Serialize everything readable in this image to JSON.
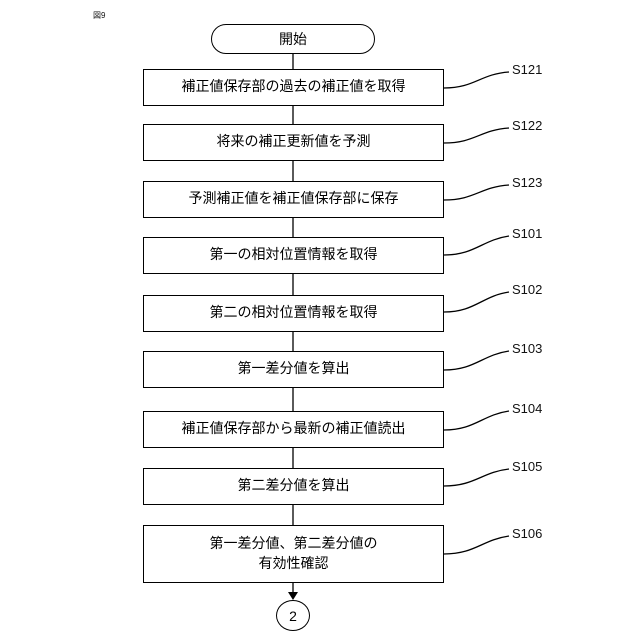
{
  "figure_label": "図9",
  "start_label": "開始",
  "steps": [
    {
      "id": "S121",
      "text": "補正値保存部の過去の補正値を取得"
    },
    {
      "id": "S122",
      "text": "将来の補正更新値を予測"
    },
    {
      "id": "S123",
      "text": "予測補正値を補正値保存部に保存"
    },
    {
      "id": "S101",
      "text": "第一の相対位置情報を取得"
    },
    {
      "id": "S102",
      "text": "第二の相対位置情報を取得"
    },
    {
      "id": "S103",
      "text": "第一差分値を算出"
    },
    {
      "id": "S104",
      "text": "補正値保存部から最新の補正値読出"
    },
    {
      "id": "S105",
      "text": "第二差分値を算出"
    },
    {
      "id": "S106",
      "text_lines": [
        "第一差分値、第二差分値の",
        "有効性確認"
      ]
    }
  ],
  "connector_label": "2"
}
